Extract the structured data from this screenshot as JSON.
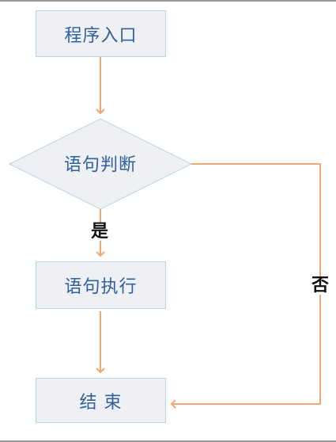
{
  "flowchart": {
    "start": "程序入口",
    "decision": "语句判断",
    "process": "语句执行",
    "end": "结 束",
    "yes_label": "是",
    "no_label": "否"
  },
  "colors": {
    "arrow": "#f2a774",
    "node_fill": "#eef0f4",
    "node_border": "#b9d3ea",
    "node_text": "#2f5f9e",
    "frame_border": "#9a9a9a"
  }
}
